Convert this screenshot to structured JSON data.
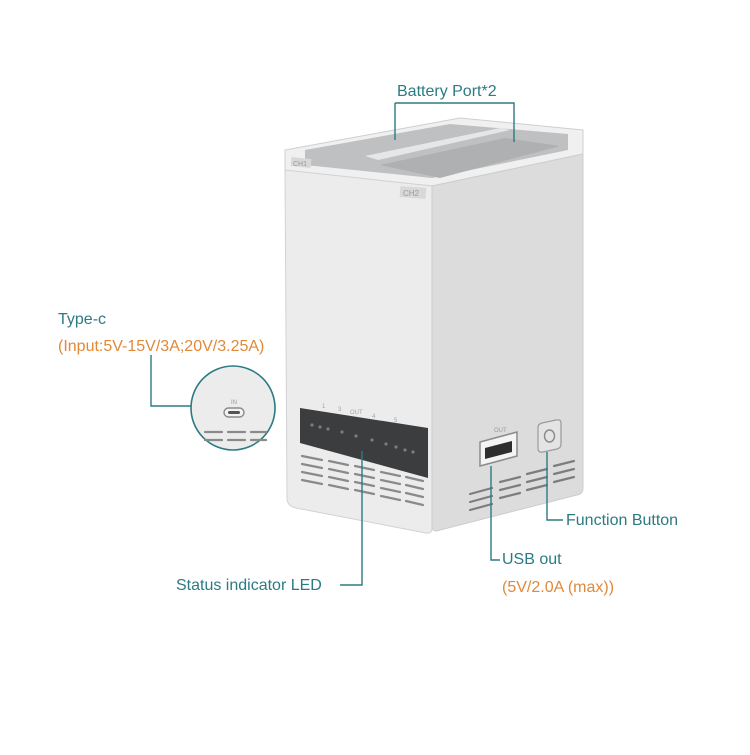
{
  "labels": {
    "battery_port": "Battery Port*2",
    "type_c_title": "Type-c",
    "type_c_spec": "(Input:5V-15V/3A;20V/3.25A)",
    "function_button": "Function Button",
    "usb_out_title": "USB out",
    "usb_out_spec": "(5V/2.0A (max))",
    "status_led": "Status indicator LED"
  },
  "device_markings": {
    "slot_left": "CH1",
    "slot_right": "CH2",
    "port_in": "IN",
    "port_out": "OUT",
    "led_out": "OUT"
  },
  "colors": {
    "callout_line": "#2b7b82",
    "title_text": "#2b7b82",
    "spec_text": "#e0893a",
    "body_light": "#e9e9e9",
    "body_side": "#d9d9d9",
    "panel_dark": "#3b3d3f"
  }
}
